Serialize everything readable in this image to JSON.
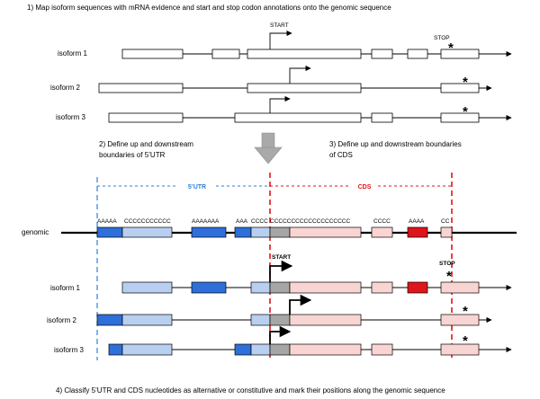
{
  "steps": {
    "s1": "1)  Map isoform sequences with mRNA evidence and start and stop codon annotations onto the genomic sequence",
    "s2_l1": "2) Define up and downstream",
    "s2_l2": "boundaries of 5’UTR",
    "s3_l1": "3) Define up and downstream boundaries",
    "s3_l2": "of CDS",
    "s4": "4)  Classify 5’UTR and CDS nucleotides as alternative or constitutive and mark their positions along the genomic sequence"
  },
  "labels": {
    "start": "START",
    "stop": "STOP",
    "star": "*",
    "utr": "5’UTR",
    "cds": "CDS",
    "genomic": "genomic"
  },
  "top_isoforms": [
    {
      "label": "isoform 1"
    },
    {
      "label": "isoform 2"
    },
    {
      "label": "isoform 3"
    }
  ],
  "bottom_isoforms": [
    {
      "label": "isoform 1"
    },
    {
      "label": "isoform 2"
    },
    {
      "label": "isoform 3"
    }
  ],
  "nucleotide_labels": {
    "aaaaa": "AAAAA",
    "cccc_long": "CCCCCCCCCCC",
    "aaaaaaa": "AAAAAAA",
    "aaa": "AAA",
    "cccc_mid": "CCCC",
    "cccc_cds": "CCCCCCCCCCCCCCCCCCC",
    "cccc_right": "CCCC",
    "aaaa_red": "AAAA",
    "cc_end": "CC"
  },
  "colors": {
    "utr_constitutive": "#2e6fd9",
    "utr_alternative": "#b9cff0",
    "cds_constitutive": "#e0141b",
    "cds_alternative": "#f8d5d2",
    "start_region": "#a6a6a6",
    "utr_boundary": "#2f7fd1",
    "cds_boundary": "#e0141b",
    "arrow": "#a6a6a6"
  }
}
